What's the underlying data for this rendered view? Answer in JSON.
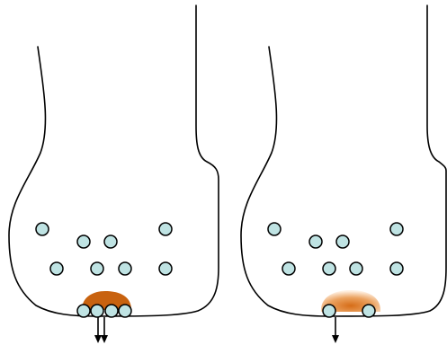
{
  "colors": {
    "vesicle_fill": "#bfe3e3",
    "vesicle_stroke": "#000000",
    "outline_stroke": "#000000",
    "background": "#ffffff",
    "arrow": "#000000",
    "zone_left_fill": "#c8620f",
    "zone_right_gradient_center": "#d66d18",
    "zone_right_gradient_mid": "#eba260",
    "zone_right_gradient_edge": "#fff1e3"
  },
  "panels": [
    {
      "id": "left",
      "bulk_vesicle_count": 8,
      "active_zone": "dense",
      "docked_vesicle_count": 4,
      "release_arrow_count": 2
    },
    {
      "id": "right",
      "bulk_vesicle_count": 8,
      "active_zone": "diffuse",
      "docked_vesicle_count": 2,
      "release_arrow_count": 1
    }
  ]
}
